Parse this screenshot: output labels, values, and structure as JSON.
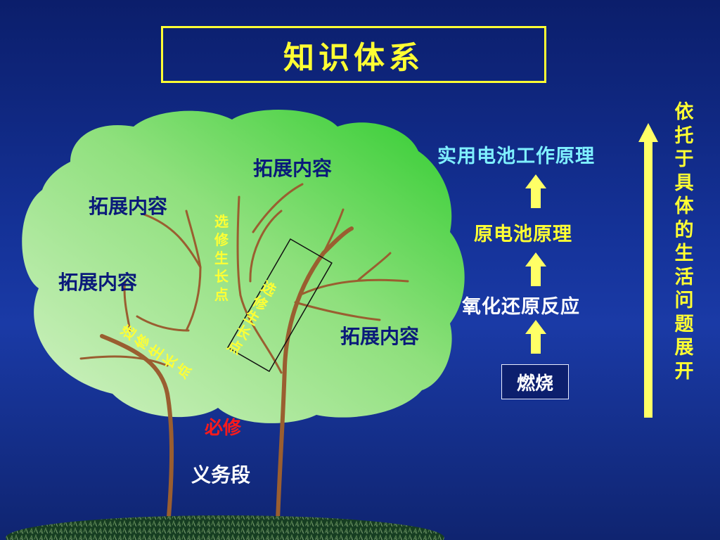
{
  "title": "知识体系",
  "tree": {
    "expand_labels": [
      "拓展内容",
      "拓展内容",
      "拓展内容",
      "拓展内容"
    ],
    "elective_growth": [
      "选修生长点",
      "选修生长点",
      "选修生长点"
    ],
    "required": "必修",
    "compulsory_stage": "义务段"
  },
  "chain": {
    "top": "实用电池工作原理",
    "middle": "原电池原理",
    "lower": "氧化还原反应",
    "base": "燃烧"
  },
  "side_text": "依托于具体的生活问题展开",
  "colors": {
    "title": "#ffff33",
    "crown_light": "#d4f2c6",
    "crown_dark": "#3ed23a",
    "branch": "#9a5e30",
    "label_blue": "#0a1a7a",
    "required_red": "#ff1a1a",
    "chain_top": "#7ff0ff",
    "chain_middle": "#ffff33",
    "arrow": "#ffff66"
  }
}
